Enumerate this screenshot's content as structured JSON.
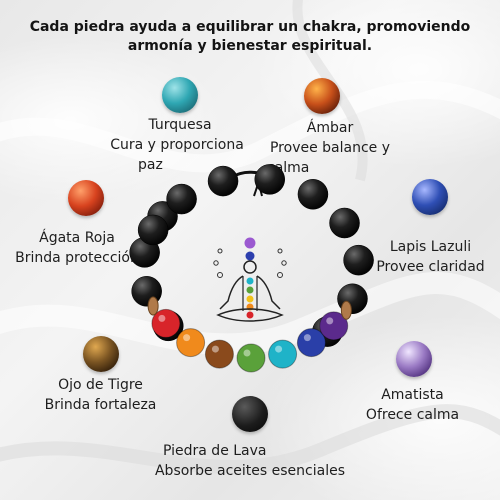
{
  "headline": {
    "line1": "Cada piedra ayuda a equilibrar un chakra, promoviendo",
    "line2": "armonía y bienestar espiritual."
  },
  "stones": {
    "turquesa": {
      "name": "Turquesa",
      "desc1": "Cura y proporciona",
      "desc2": "paz",
      "color": "#2fa7b3"
    },
    "ambar": {
      "name": "Ámbar",
      "desc1": "Provee balance y",
      "desc2": "calma",
      "color": "#c8501a"
    },
    "agata": {
      "name": "Ágata Roja",
      "desc1": "Brinda protección",
      "color": "#d8431f"
    },
    "lapis": {
      "name": "Lapis Lazuli",
      "desc1": "Provee claridad",
      "color": "#2f4fb5"
    },
    "tigre": {
      "name": "Ojo de Tigre",
      "desc1": "Brinda fortaleza",
      "color": "#7a5422"
    },
    "amatista": {
      "name": "Amatista",
      "desc1": "Ofrece calma",
      "color": "#9a7ac4"
    },
    "lava": {
      "name": "Piedra de Lava",
      "desc1": "Absorbe aceites esenciales",
      "color": "#1c1c1c"
    }
  },
  "bracelet": {
    "lava_color": "#1e1e1e",
    "chakra_colors": [
      "#d8242a",
      "#f08a1c",
      "#8a4a1c",
      "#5aa13a",
      "#1fb3c8",
      "#2a3fa8",
      "#5b2a8c"
    ],
    "spacer_color": "#b07a4a"
  }
}
